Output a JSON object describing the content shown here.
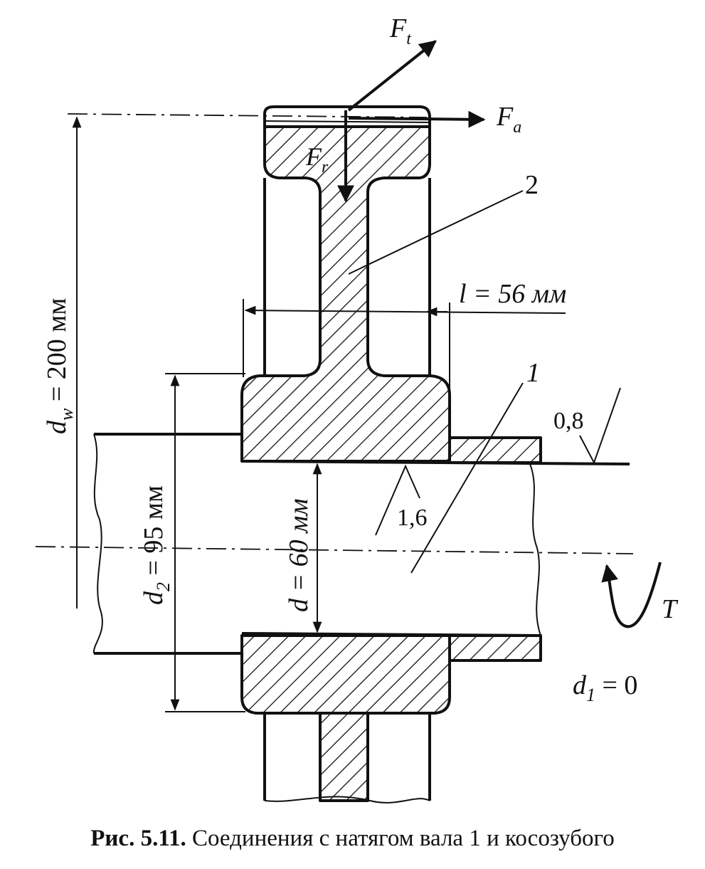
{
  "labels": {
    "force_tangential": "F",
    "force_tangential_sub": "t",
    "force_axial": "F",
    "force_axial_sub": "a",
    "force_radial": "F",
    "force_radial_sub": "r",
    "part_gear": "2",
    "part_shaft": "1",
    "length_dim": "l = 56 мм",
    "pitch_diameter_dim": "d",
    "pitch_diameter_sub": "w",
    "pitch_diameter_value": " = 200 мм",
    "hub_diameter_dim": "d",
    "hub_diameter_sub": "2",
    "hub_diameter_value": " = 95 мм",
    "bore_diameter_dim": "d = 60 мм",
    "roughness_hub": "1,6",
    "roughness_shaft": "0,8",
    "torque": "T",
    "inner_diameter": "d",
    "inner_diameter_sub": "1",
    "inner_diameter_value": " = 0"
  },
  "caption": {
    "figure_ref": "Рис. 5.11.",
    "text": "Соединения с натягом вала 1 и косозубого"
  },
  "colors": {
    "ink": "#111111",
    "paper": "#ffffff"
  }
}
